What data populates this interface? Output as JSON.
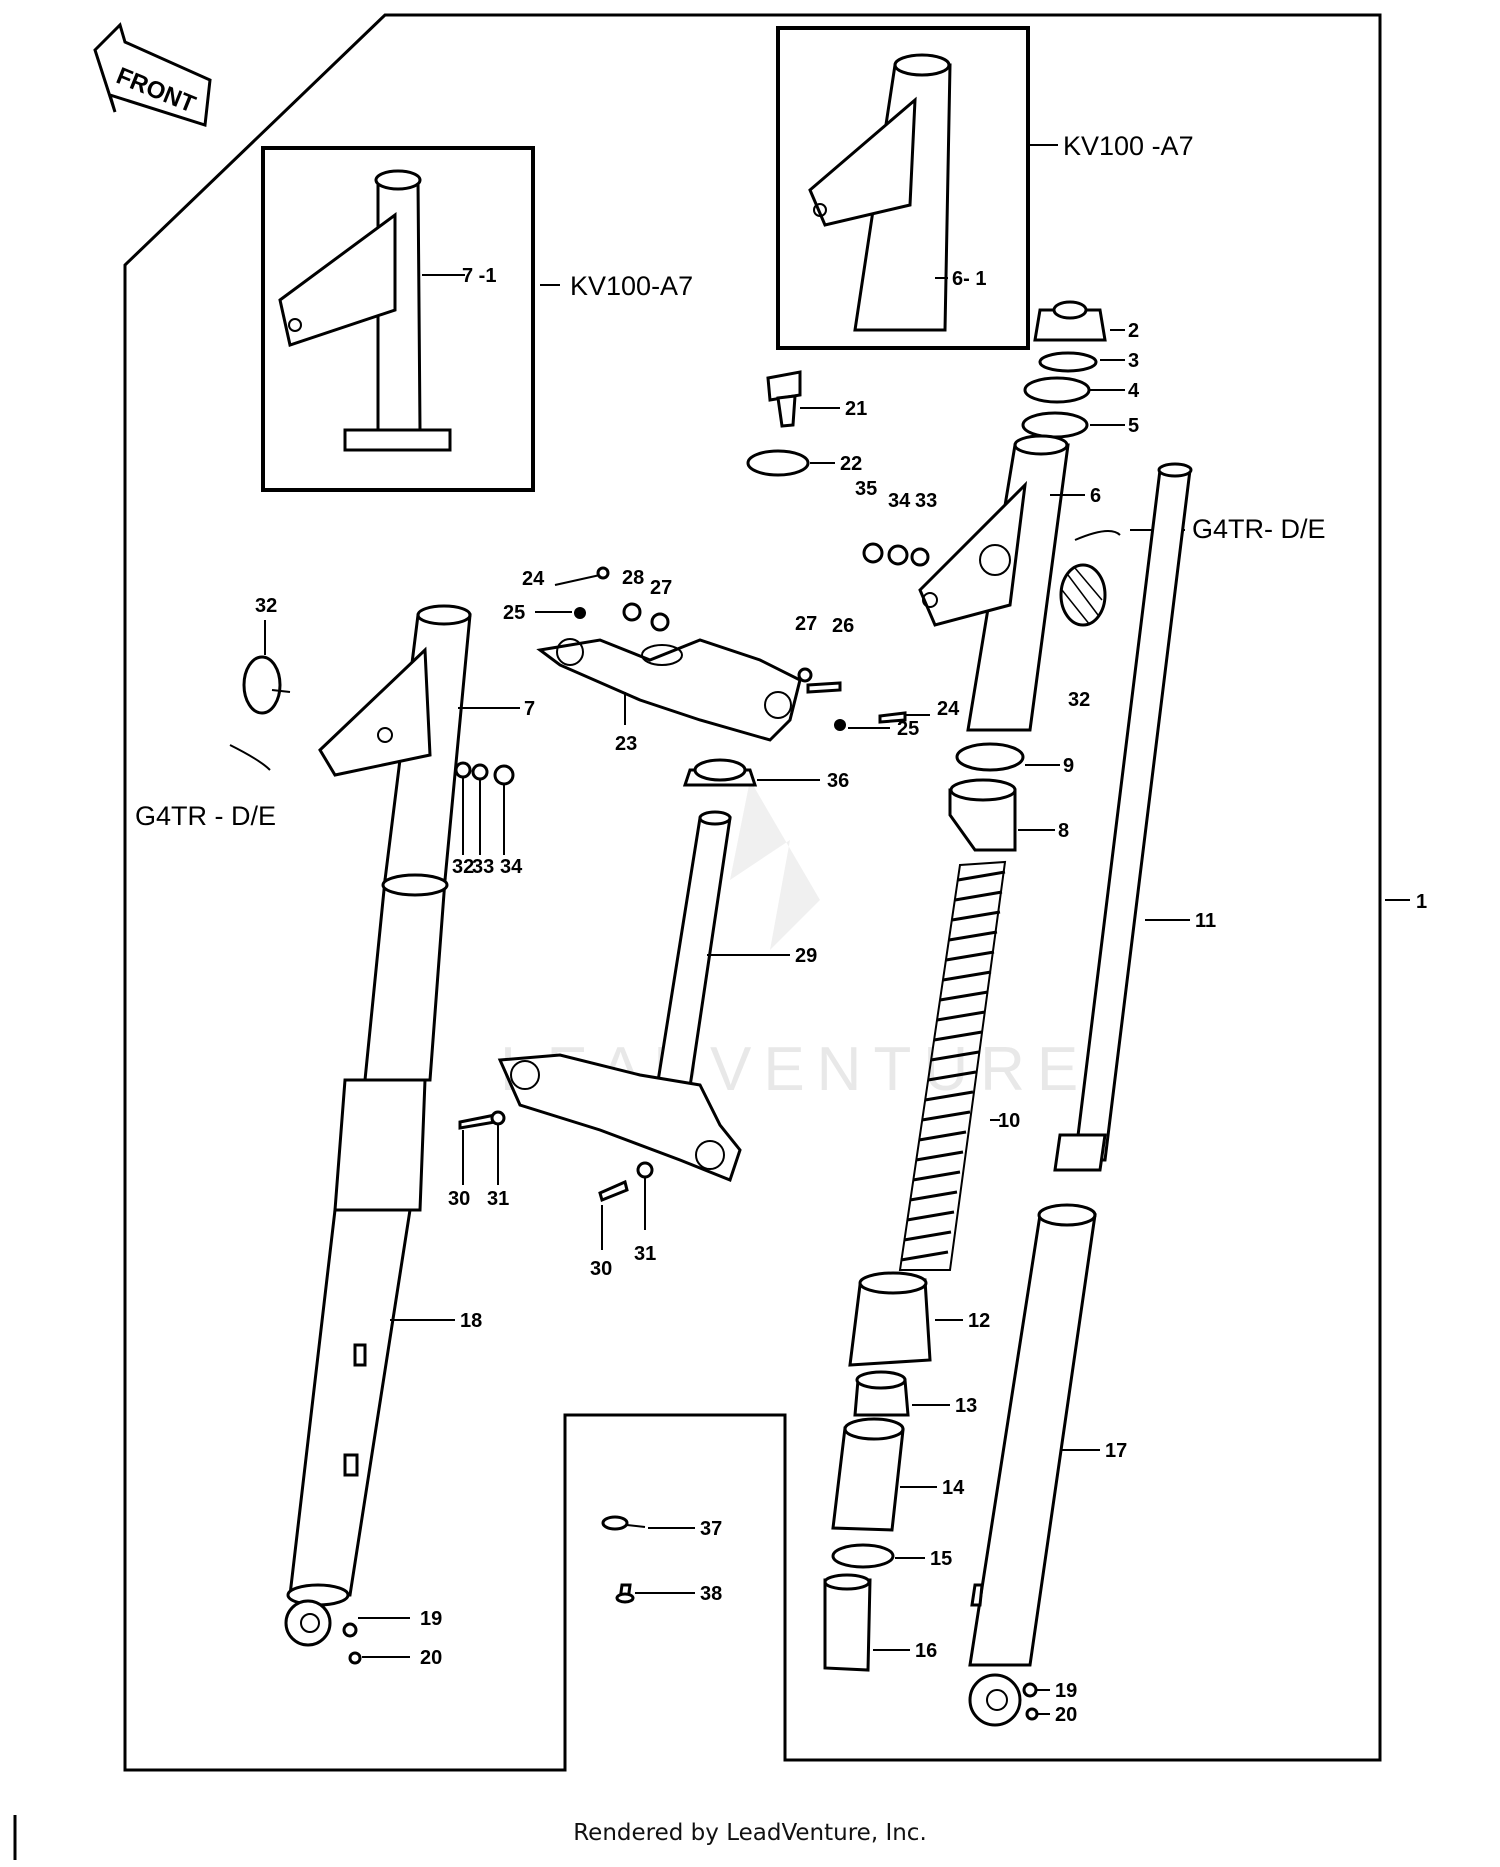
{
  "diagram": {
    "front_label": "FRONT",
    "watermark": "LEADVENTURE",
    "inset_left_label": "KV100-A7",
    "inset_right_label": "KV100 -A7",
    "variant_right_label": "G4TR- D/E",
    "variant_left_label": "G4TR - D/E",
    "callouts": {
      "c1": "1",
      "c2": "2",
      "c3": "3",
      "c4": "4",
      "c5": "5",
      "c6": "6",
      "c6_1": "6- 1",
      "c7": "7",
      "c7_1": "7 -1",
      "c8": "8",
      "c9": "9",
      "c10": "10",
      "c11": "11",
      "c12": "12",
      "c13": "13",
      "c14": "14",
      "c15": "15",
      "c16": "16",
      "c17": "17",
      "c18": "18",
      "c19a": "19",
      "c19b": "19",
      "c20a": "20",
      "c20b": "20",
      "c21": "21",
      "c22": "22",
      "c23": "23",
      "c24a": "24",
      "c24b": "24",
      "c25a": "25",
      "c25b": "25",
      "c26": "26",
      "c27a": "27",
      "c27b": "27",
      "c28": "28",
      "c29": "29",
      "c30a": "30",
      "c30b": "30",
      "c31a": "31",
      "c31b": "31",
      "c32a": "32",
      "c32b": "32",
      "c32c": "32",
      "c33a": "33",
      "c33b": "33",
      "c34a": "34",
      "c34b": "34",
      "c35": "35",
      "c36": "36",
      "c37": "37",
      "c38": "38"
    }
  },
  "footer": {
    "rendered_by": "Rendered by LeadVenture, Inc."
  }
}
